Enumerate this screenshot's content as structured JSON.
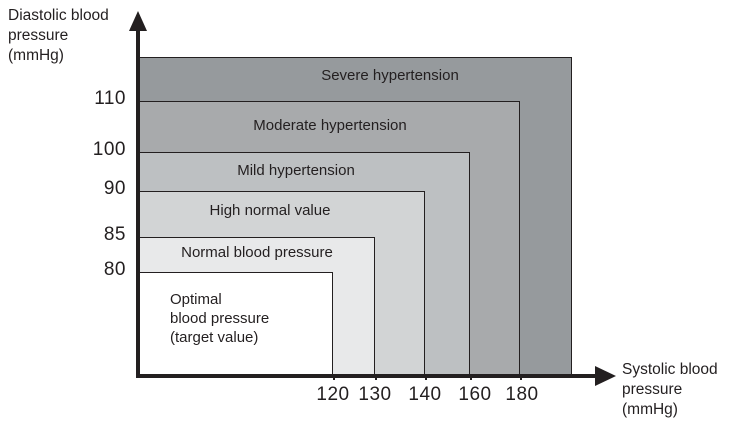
{
  "axes": {
    "y_title": "Diastolic blood\npressure\n(mmHg)",
    "x_title": "Systolic blood\npressure\n(mmHg)"
  },
  "chart_data": {
    "type": "area",
    "title": "",
    "xlabel": "Systolic blood pressure (mmHg)",
    "ylabel": "Diastolic blood pressure (mmHg)",
    "xlim": [
      100,
      190
    ],
    "ylim": [
      60,
      125
    ],
    "grid": false,
    "legend": "none",
    "x_ticks": [
      "120",
      "130",
      "140",
      "160",
      "180"
    ],
    "y_ticks": [
      "110",
      "100",
      "90",
      "85",
      "80"
    ],
    "x_tick_values": [
      120,
      130,
      140,
      160,
      180
    ],
    "y_tick_values": [
      110,
      100,
      90,
      85,
      80
    ],
    "categories": [
      "Optimal blood pressure (target value)",
      "Normal blood pressure",
      "High normal value",
      "Mild hypertension",
      "Moderate hypertension",
      "Severe hypertension"
    ],
    "regions": [
      {
        "label": "Optimal\nblood pressure\n(target value)",
        "systolic_max": 120,
        "diastolic_max": 80,
        "color": "#ffffff"
      },
      {
        "label": "Normal blood pressure",
        "systolic_max": 130,
        "diastolic_max": 85,
        "color": "#e8e9ea"
      },
      {
        "label": "High normal value",
        "systolic_max": 140,
        "diastolic_max": 90,
        "color": "#d2d4d5"
      },
      {
        "label": "Mild hypertension",
        "systolic_max": 160,
        "diastolic_max": 100,
        "color": "#bdc0c2"
      },
      {
        "label": "Moderate hypertension",
        "systolic_max": 180,
        "diastolic_max": 110,
        "color": "#a8aaac"
      },
      {
        "label": "Severe hypertension",
        "systolic_max": 190,
        "diastolic_max": 125,
        "color": "#969a9d"
      }
    ]
  },
  "colors": {
    "axis": "#231f20",
    "severe": "#969a9d",
    "moderate": "#a8aaac",
    "mild": "#bdc0c2",
    "high_normal": "#d2d4d5",
    "normal": "#e8e9ea",
    "optimal": "#ffffff"
  }
}
